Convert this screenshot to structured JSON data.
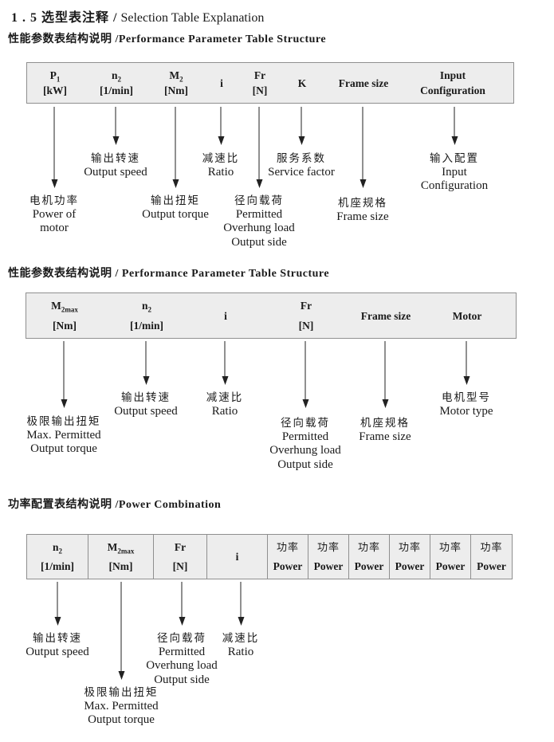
{
  "page": {
    "title_zh": "1 . 5 选型表注释 /",
    "title_en": "Selection Table Explanation"
  },
  "colors": {
    "text": "#1a1a1a",
    "table_bg": "#ededed",
    "table_border": "#8f8f8f",
    "arrow": "#222222"
  },
  "sections": [
    {
      "heading": "性能参数表结构说明 /Performance Parameter Table Structure",
      "table": {
        "cols": [
          {
            "sym": "P",
            "sub": "1",
            "bottom": "[kW]"
          },
          {
            "sym": "n",
            "sub": "2",
            "bottom": "[1/min]"
          },
          {
            "sym": "M",
            "sub": "2",
            "bottom": "[Nm]"
          },
          {
            "sym": "i"
          },
          {
            "sym": "Fr",
            "bottom": "[N]"
          },
          {
            "sym": "K"
          },
          {
            "sym": "Frame size"
          },
          {
            "sym": "Input",
            "bottom": "Configuration"
          }
        ]
      },
      "callouts": [
        {
          "lines": [
            "电机功率",
            "Power of",
            "motor"
          ]
        },
        {
          "lines": [
            "输出转速",
            "Output speed"
          ]
        },
        {
          "lines": [
            "输出扭矩",
            "Output torque"
          ]
        },
        {
          "lines": [
            "减速比",
            "Ratio"
          ]
        },
        {
          "lines": [
            "径向载荷",
            "Permitted",
            "Overhung load",
            "Output side"
          ]
        },
        {
          "lines": [
            "服务系数",
            "Service factor"
          ]
        },
        {
          "lines": [
            "机座规格",
            "Frame size"
          ]
        },
        {
          "lines": [
            "输入配置",
            "Input",
            "Configuration"
          ]
        }
      ]
    },
    {
      "heading": "性能参数表结构说明 / Performance Parameter Table Structure",
      "table": {
        "cols": [
          {
            "sym": "M",
            "sub": "2max",
            "bottom": "[Nm]"
          },
          {
            "sym": "n",
            "sub": "2",
            "bottom": "[1/min]"
          },
          {
            "sym": "i"
          },
          {
            "sym": "Fr",
            "bottom": "[N]"
          },
          {
            "sym": "Frame size"
          },
          {
            "sym": "Motor"
          }
        ]
      },
      "callouts": [
        {
          "lines": [
            "极限输出扭矩",
            "Max. Permitted",
            "Output torque"
          ]
        },
        {
          "lines": [
            "输出转速",
            "Output speed"
          ]
        },
        {
          "lines": [
            "减速比",
            "Ratio"
          ]
        },
        {
          "lines": [
            "径向载荷",
            "Permitted",
            "Overhung load",
            "Output side"
          ]
        },
        {
          "lines": [
            "机座规格",
            "Frame size"
          ]
        },
        {
          "lines": [
            "电机型号",
            "Motor type"
          ]
        }
      ]
    },
    {
      "heading": "功率配置表结构说明 /Power Combination",
      "table": {
        "cols": [
          {
            "sym": "n",
            "sub": "2",
            "bottom": "[1/min]"
          },
          {
            "sym": "M",
            "sub": "2max",
            "bottom": "[Nm]"
          },
          {
            "sym": "Fr",
            "bottom": "[N]"
          },
          {
            "sym": "i"
          },
          {
            "zh": "功率",
            "en": "Power"
          },
          {
            "zh": "功率",
            "en": "Power"
          },
          {
            "zh": "功率",
            "en": "Power"
          },
          {
            "zh": "功率",
            "en": "Power"
          },
          {
            "zh": "功率",
            "en": "Power"
          },
          {
            "zh": "功率",
            "en": "Power"
          }
        ]
      },
      "callouts": [
        {
          "lines": [
            "输出转速",
            "Output speed"
          ]
        },
        {
          "lines": [
            "极限输出扭矩",
            "Max. Permitted",
            "Output torque"
          ]
        },
        {
          "lines": [
            "径向载荷",
            "Permitted",
            "Overhung load",
            "Output side"
          ]
        },
        {
          "lines": [
            "减速比",
            "Ratio"
          ]
        }
      ]
    }
  ]
}
